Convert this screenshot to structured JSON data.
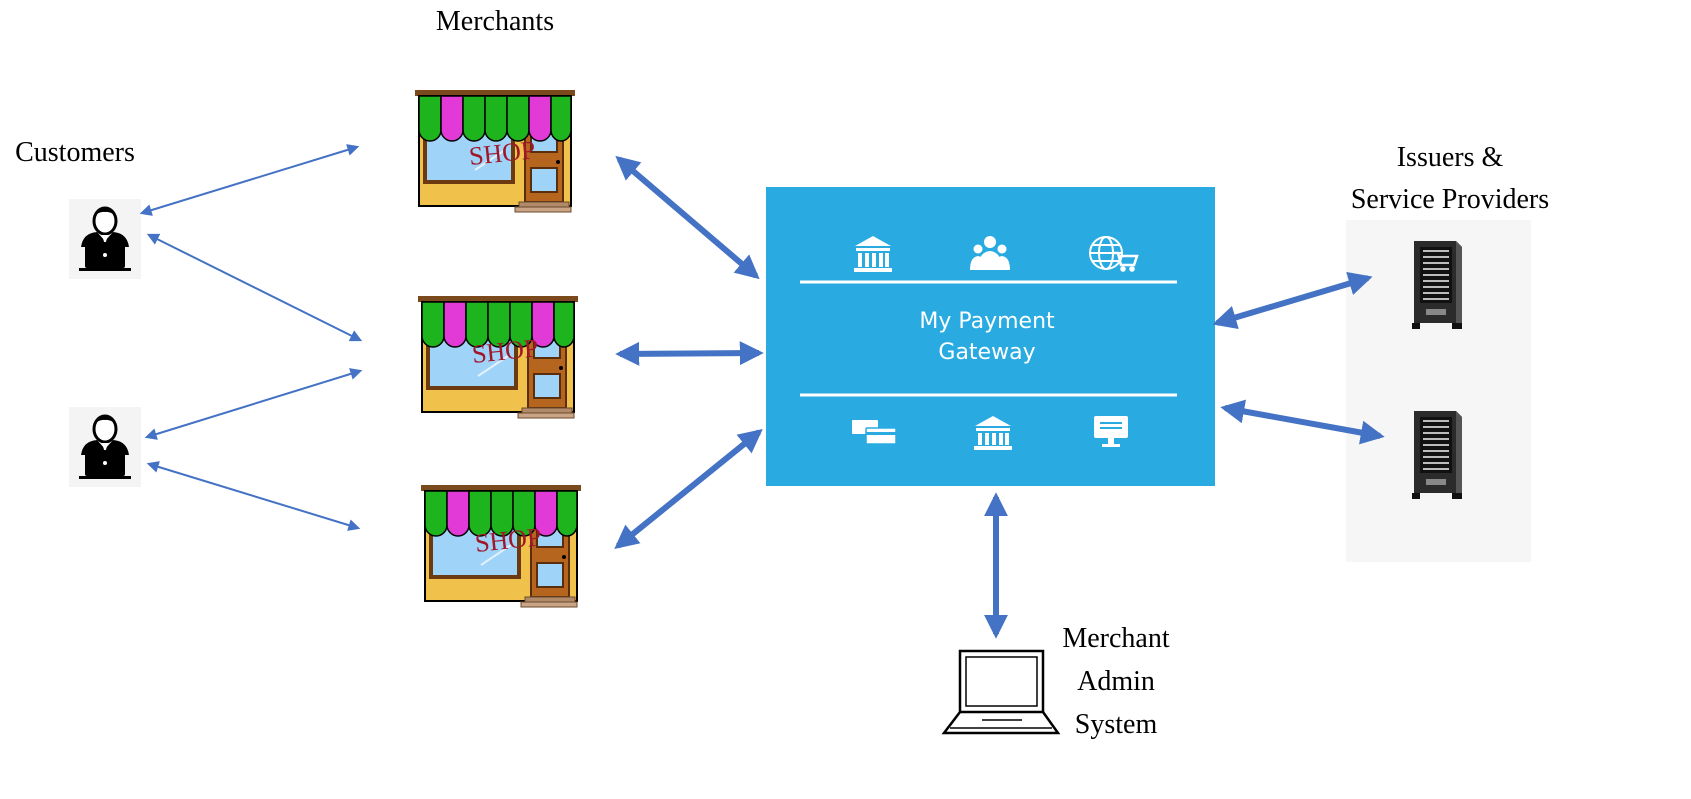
{
  "labels": {
    "merchants": "Merchants",
    "customers": "Customers",
    "issuers_line1": "Issuers &",
    "issuers_line2": "Service Providers",
    "admin_line1": "Merchant",
    "admin_line2": "Admin",
    "admin_line3": "System"
  },
  "gateway": {
    "title_line1": "My Payment",
    "title_line2": "Gateway",
    "top_icons": [
      "bank-icon",
      "people-group-icon",
      "globe-cart-icon"
    ],
    "bottom_icons": [
      "cards-icon",
      "bank-icon",
      "monitor-icon"
    ]
  },
  "shops": [
    {
      "sign": "SHOP"
    },
    {
      "sign": "SHOP"
    },
    {
      "sign": "SHOP"
    }
  ],
  "colors": {
    "arrow": "#4472c4",
    "gateway_bg": "#29abe2",
    "awning_green": "#1db41d",
    "awning_pink": "#e23ad6",
    "shop_wall": "#f0c14b",
    "shop_sign": "#a0162b"
  }
}
